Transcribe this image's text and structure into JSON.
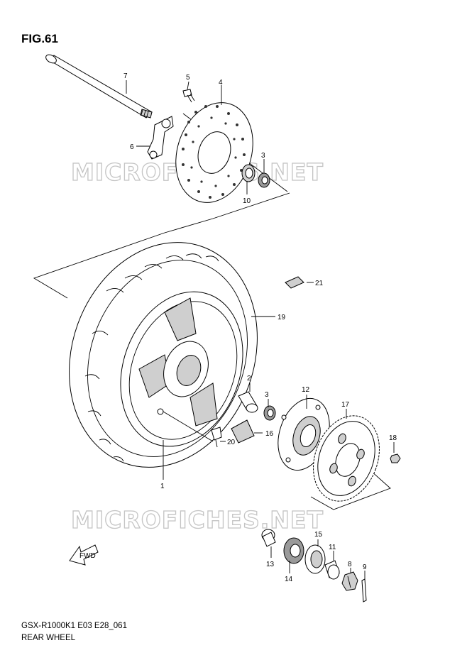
{
  "figure": {
    "title": "FIG.61",
    "model_code": "GSX-R1000K1 E03 E28_061",
    "caption": "REAR WHEEL",
    "watermark": "MICROFICHES.NET",
    "direction_arrow_label": "FWD"
  },
  "callouts": [
    {
      "number": "1",
      "part": "wheel"
    },
    {
      "number": "2",
      "part": "spacer"
    },
    {
      "number": "3",
      "part": "bearing"
    },
    {
      "number": "3",
      "part": "bearing"
    },
    {
      "number": "4",
      "part": "brake-disc"
    },
    {
      "number": "5",
      "part": "disc-bolt"
    },
    {
      "number": "6",
      "part": "caliper-bracket"
    },
    {
      "number": "7",
      "part": "axle"
    },
    {
      "number": "8",
      "part": "axle-nut"
    },
    {
      "number": "9",
      "part": "cotter-pin"
    },
    {
      "number": "10",
      "part": "dust-seal"
    },
    {
      "number": "11",
      "part": "spacer"
    },
    {
      "number": "12",
      "part": "sprocket-mounting-drum"
    },
    {
      "number": "13",
      "part": "spacer"
    },
    {
      "number": "14",
      "part": "bearing"
    },
    {
      "number": "15",
      "part": "dust-seal"
    },
    {
      "number": "16",
      "part": "damper"
    },
    {
      "number": "17",
      "part": "sprocket"
    },
    {
      "number": "18",
      "part": "sprocket-nut"
    },
    {
      "number": "19",
      "part": "tire"
    },
    {
      "number": "20",
      "part": "valve"
    },
    {
      "number": "21",
      "part": "balancer-weight"
    }
  ]
}
